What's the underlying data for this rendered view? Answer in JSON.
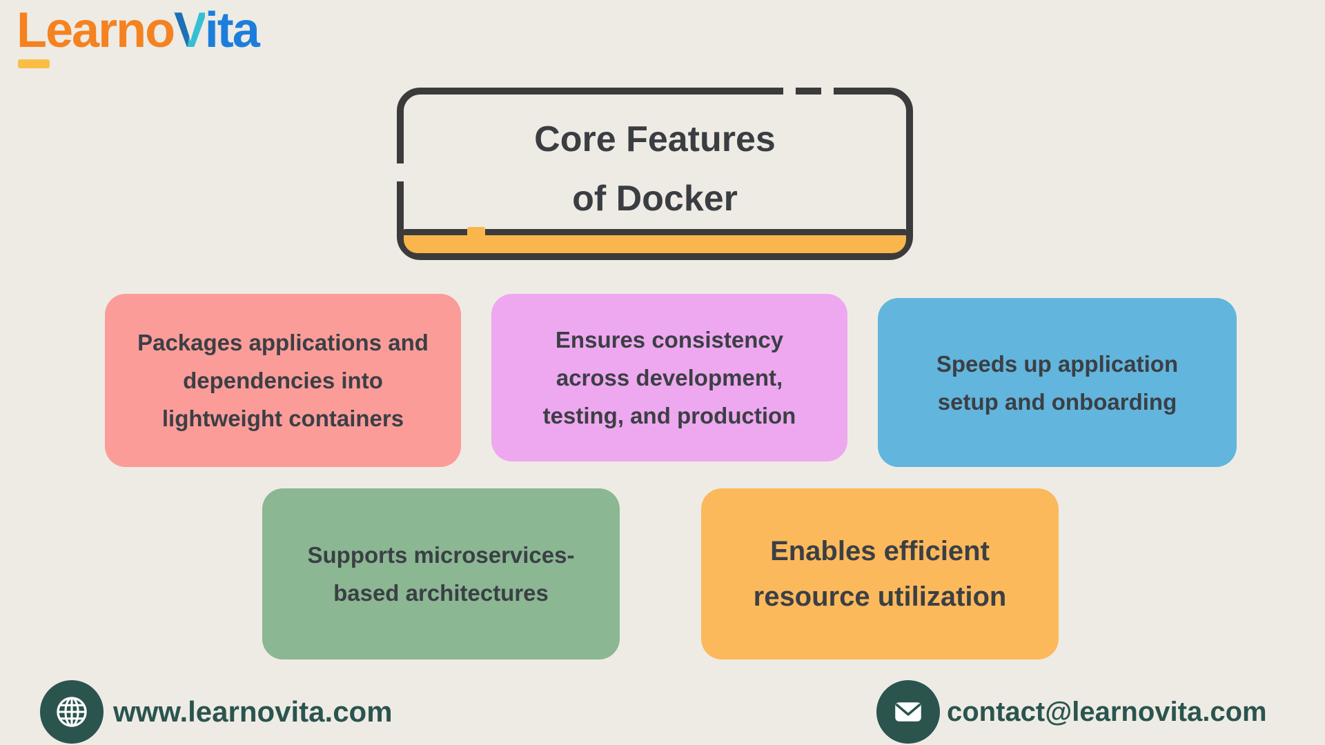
{
  "page": {
    "background": "#EEEBE5"
  },
  "logo": {
    "part1": "Learno",
    "part_v": "V",
    "part2": "ita",
    "orange": "#F58220",
    "yellow": "#FBBE44",
    "blue": "#1C7EDB",
    "dark_blue": "#1F6FB5",
    "cyan": "#35BFD4"
  },
  "title": {
    "text": "Core Features\nof Docker",
    "border_color": "#3B3B3B",
    "underline_color": "#F8B64C",
    "text_color": "#3A3D41"
  },
  "features": [
    {
      "text": "Packages applications and\ndependencies into\nlightweight containers",
      "color": "#FB9C99"
    },
    {
      "text": "Ensures consistency\nacross development,\ntesting, and production",
      "color": "#EEA8EF"
    },
    {
      "text": "Speeds up application\nsetup and onboarding",
      "color": "#62B5DC"
    },
    {
      "text": "Supports microservices-\nbased architectures",
      "color": "#8BB793"
    },
    {
      "text": "Enables efficient\nresource utilization",
      "color": "#FBB95B"
    }
  ],
  "footer": {
    "website": "www.learnovita.com",
    "email": "contact@learnovita.com",
    "accent": "#2B544E",
    "icons": {
      "website": "globe-icon",
      "email": "envelope-icon"
    }
  }
}
